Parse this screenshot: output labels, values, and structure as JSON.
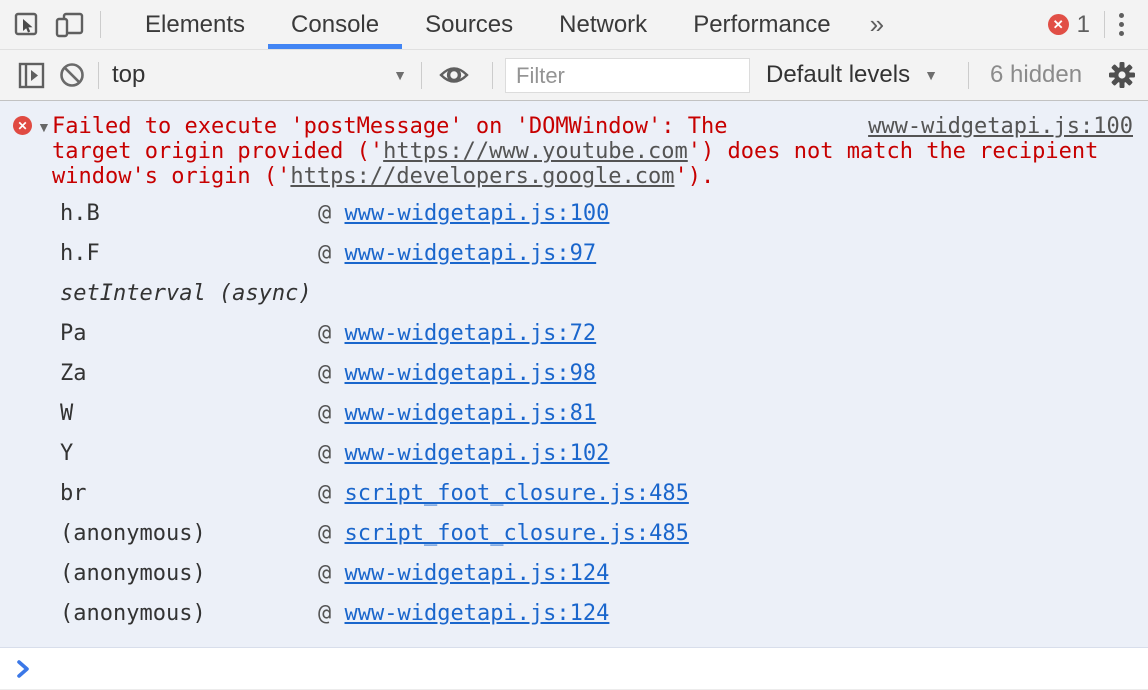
{
  "tabs": {
    "items": [
      "Elements",
      "Console",
      "Sources",
      "Network",
      "Performance"
    ],
    "active": "Console",
    "overflow_label": "»",
    "error_count": "1",
    "error_badge_glyph": "✕"
  },
  "toolbar": {
    "context_value": "top",
    "dropdown_arrow": "▼",
    "filter_placeholder": "Filter",
    "levels_label": "Default levels",
    "hidden_label": "6 hidden"
  },
  "console": {
    "disclosure_glyph": "▼",
    "at_symbol": "@ ",
    "error": {
      "line1": "Failed to execute 'postMessage' on 'DOMWindow': The",
      "source_link": "www-widgetapi.js:100",
      "line2_pre": "target origin provided ('",
      "line2_link": "https://www.youtube.com",
      "line2_post": "') does not match the recipient",
      "line3_pre": "window's origin ('",
      "line3_link": "https://developers.google.com",
      "line3_post": "')."
    },
    "frames": [
      {
        "fn": "h.B",
        "link": "www-widgetapi.js:100",
        "async": false
      },
      {
        "fn": "h.F",
        "link": "www-widgetapi.js:97",
        "async": false
      },
      {
        "fn": "setInterval (async)",
        "link": "",
        "async": true
      },
      {
        "fn": "Pa",
        "link": "www-widgetapi.js:72",
        "async": false
      },
      {
        "fn": "Za",
        "link": "www-widgetapi.js:98",
        "async": false
      },
      {
        "fn": "W",
        "link": "www-widgetapi.js:81",
        "async": false
      },
      {
        "fn": "Y",
        "link": "www-widgetapi.js:102",
        "async": false
      },
      {
        "fn": "br",
        "link": "script_foot_closure.js:485",
        "async": false
      },
      {
        "fn": "(anonymous)",
        "link": "script_foot_closure.js:485",
        "async": false
      },
      {
        "fn": "(anonymous)",
        "link": "www-widgetapi.js:124",
        "async": false
      },
      {
        "fn": "(anonymous)",
        "link": "www-widgetapi.js:124",
        "async": false
      }
    ]
  },
  "colors": {
    "accent_blue": "#4285f4",
    "error_text_red": "#c70000",
    "badge_red": "#e14f46",
    "link_blue": "#1a66cc",
    "link_gray": "#545454",
    "error_block_bg": "#ecf0f8",
    "toolbar_bg": "#f3f3f3"
  }
}
